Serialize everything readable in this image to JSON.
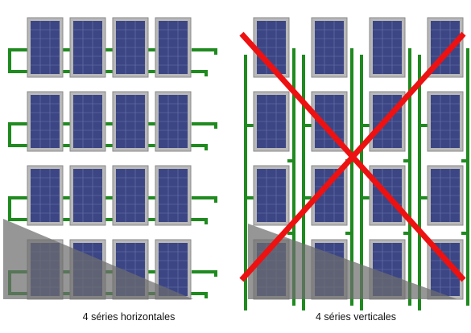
{
  "captions": {
    "left": "4 séries horizontales",
    "right": "4 séries verticales"
  },
  "configurations": [
    {
      "id": "horizontal",
      "series": 4,
      "orientation": "horizontal",
      "crossed_out": false
    },
    {
      "id": "vertical",
      "series": 4,
      "orientation": "vertical",
      "crossed_out": true
    }
  ],
  "colors": {
    "wire": "#1f8a1f",
    "panel_cell": "#3c4684",
    "panel_frame": "#b8b8b8",
    "shadow": "#6e6e6e",
    "cross": "#ee1111"
  }
}
